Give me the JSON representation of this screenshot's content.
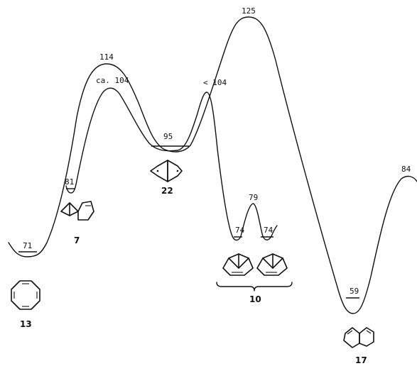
{
  "energies": {
    "cot_13": "71",
    "bicyclic_7": "81",
    "ts_upper_left": "114",
    "ts_lower_left": "ca. 104",
    "diradical_22": "95",
    "ts_right": "< 104",
    "barrier_top": "125",
    "min_10_left": "74",
    "ts_10": "79",
    "min_10_right": "74",
    "pentalene_17": "59",
    "right_end": "84"
  },
  "compounds": {
    "c13": "13",
    "c7": "7",
    "c22": "22",
    "c10": "10",
    "c17": "17"
  }
}
